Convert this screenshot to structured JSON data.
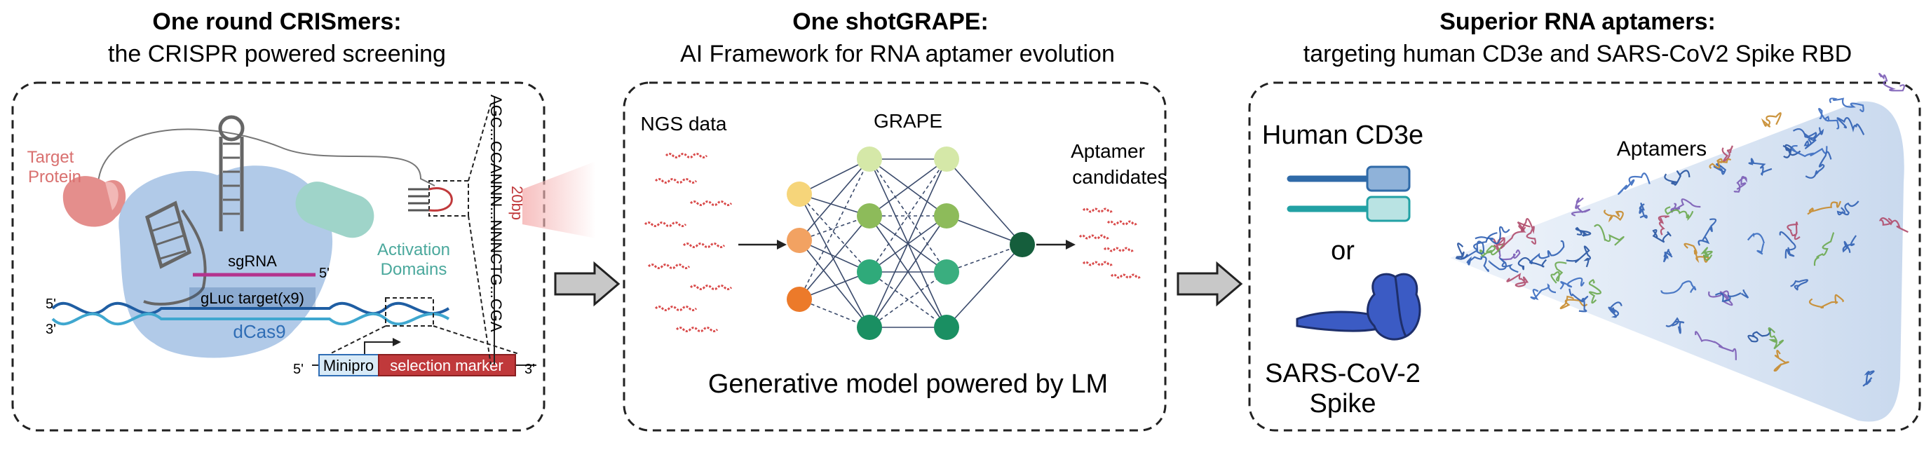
{
  "panel1": {
    "title": "One round CRISmers:",
    "subtitle": "the CRISPR powered screening",
    "labels": {
      "target": "Target",
      "protein": "Protein",
      "activation": "Activation",
      "domains": "Domains",
      "sgrna": "sgRNA",
      "five_prime": "5'",
      "three_prime": "3'",
      "gluc": "gLuc target(x9)",
      "dcas9": "dCas9",
      "minipro": "Minipro",
      "selection": "selection marker",
      "seq": "AGC...CCANNN...NNNCTG...CGA",
      "twenty_bp": "20bp"
    },
    "colors": {
      "target": "#d9706f",
      "activation": "#4aa89c",
      "cas9": "#a9c4e6",
      "dcas9_text": "#2f6db5",
      "marker": "#c0393b",
      "minipro": "#d8eaf7"
    }
  },
  "panel2": {
    "title_part1": "One shot",
    "title_part2": "GRAPE:",
    "subtitle": "AI Framework for RNA  aptamer evolution",
    "ngs": "NGS data",
    "grape": "GRAPE",
    "aptamer": "Aptamer",
    "candidates": "candidates",
    "footer": "Generative model powered by LM",
    "colors": {
      "input": [
        "#f6d57a",
        "#f2a262",
        "#ec7a2a"
      ],
      "h1": [
        "#d5e8a8",
        "#8dbb5a",
        "#2faa7a",
        "#1a8f62"
      ],
      "h2": [
        "#d5e8a8",
        "#8dbb5a",
        "#3aae7f",
        "#1a8f62"
      ],
      "out": "#155e3c",
      "squiggle": "#d94b4b"
    }
  },
  "panel3": {
    "title": "Superior RNA aptamers:",
    "subtitle": "targeting human CD3e and  SARS-CoV2 Spike RBD",
    "cd3e": "Human CD3e",
    "or": "or",
    "sars": "SARS-CoV-2",
    "spike": "Spike",
    "aptamers": "Aptamers",
    "colors": {
      "bar1": "#2f6aa8",
      "bar2": "#22a1a4",
      "spike": "#3b5bc4",
      "cone": "#dbe6f4"
    }
  }
}
